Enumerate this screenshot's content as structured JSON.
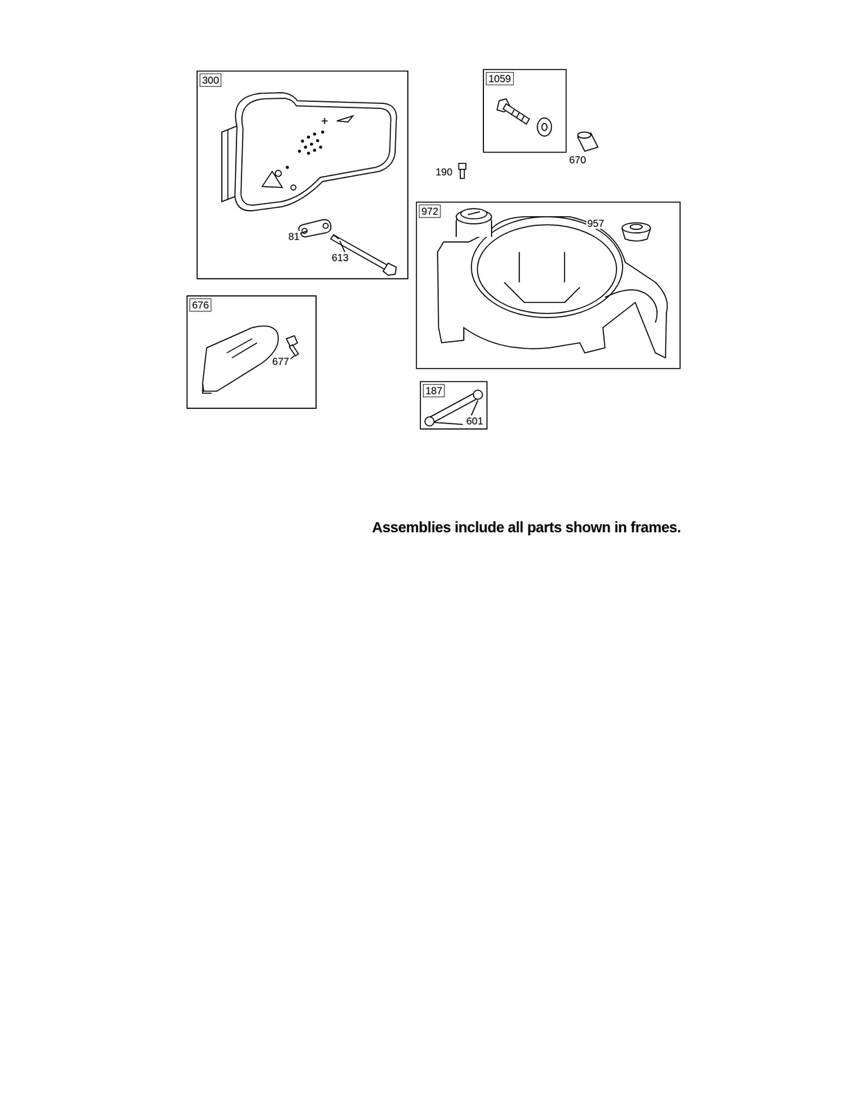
{
  "diagram": {
    "caption": "Assemblies include all parts shown in frames.",
    "nodes": [
      {
        "text": [
          "300",
          "81",
          "613"
        ]
      },
      {
        "text": [
          "1059"
        ]
      },
      {
        "text": [
          "972",
          "957"
        ]
      },
      {
        "text": [
          "676",
          "677"
        ]
      },
      {
        "text": [
          "187",
          "601"
        ]
      }
    ],
    "labels": [
      "190",
      "670"
    ]
  }
}
